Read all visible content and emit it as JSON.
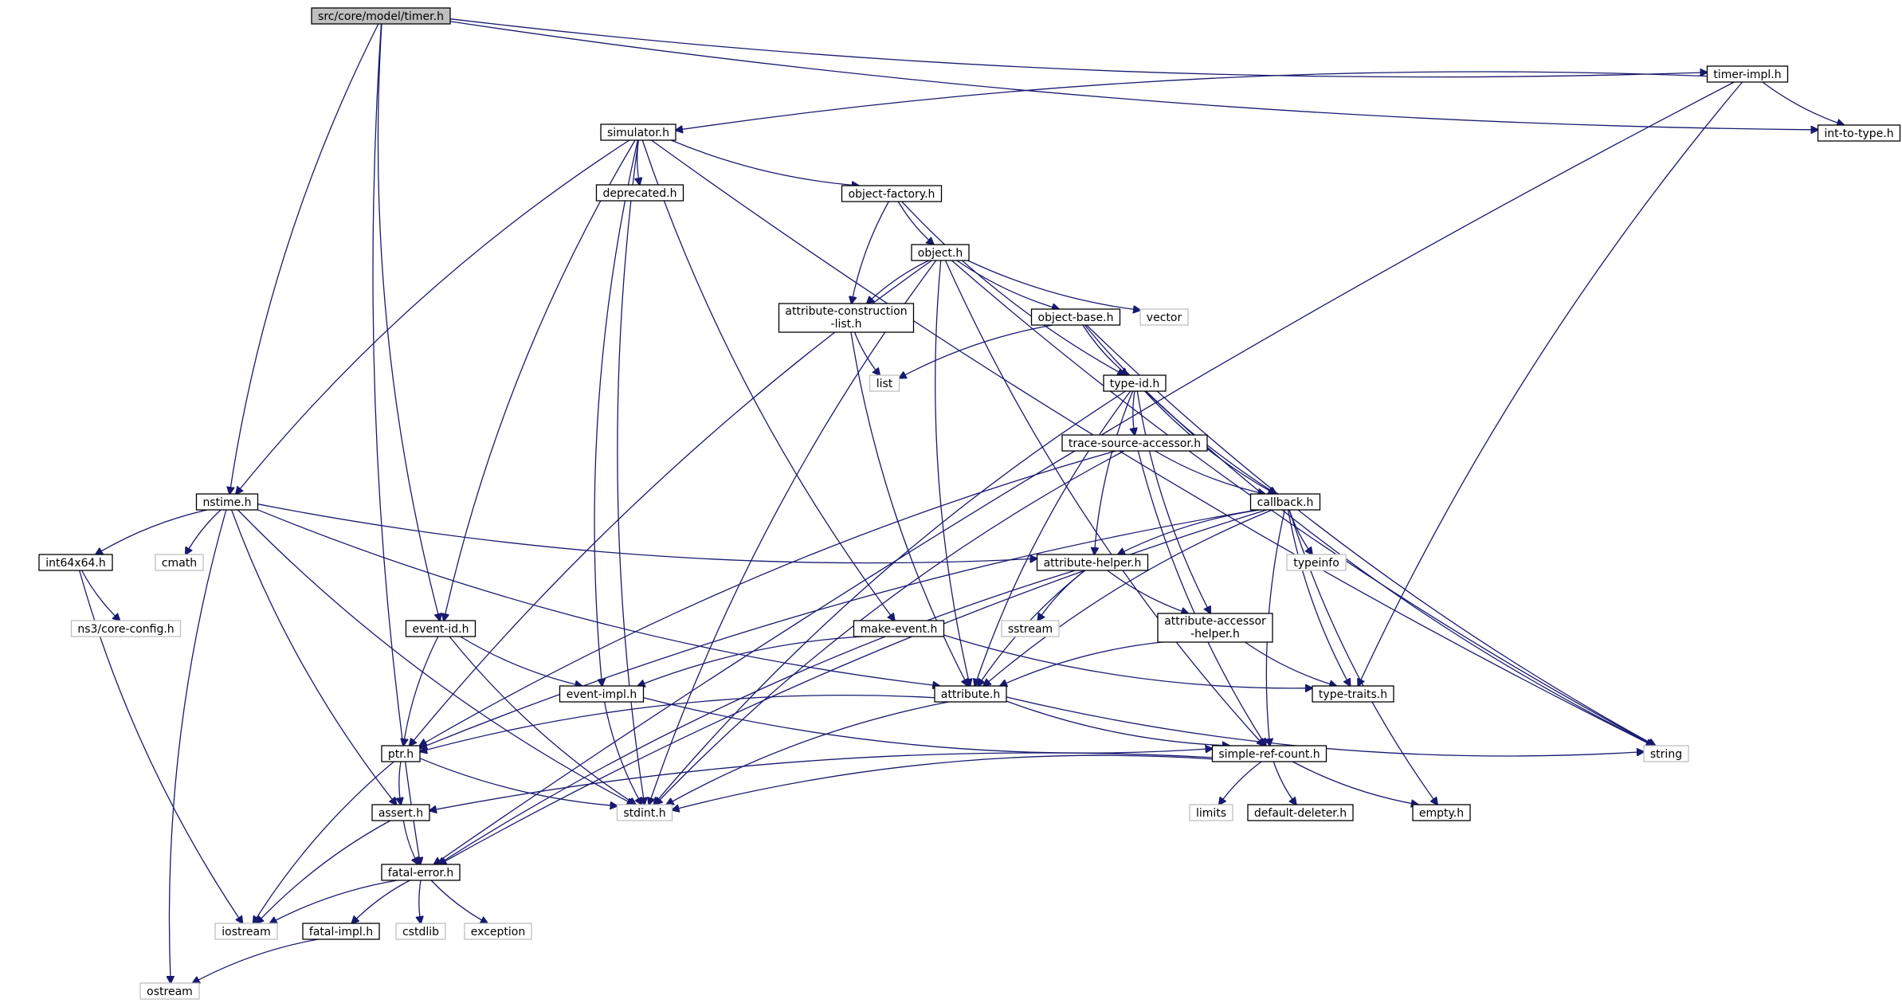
{
  "colors": {
    "edge": "#191970",
    "node_border": "#000000",
    "node_border_external": "#bfbfbf",
    "node_fill": "#ffffff",
    "root_fill": "#bfbfbf",
    "text": "#000000",
    "background": "#ffffff"
  },
  "nodes": [
    {
      "id": "timer_h",
      "label": "src/core/model/timer.h",
      "kind": "root"
    },
    {
      "id": "timer_impl",
      "label": "timer-impl.h",
      "kind": "header"
    },
    {
      "id": "int_to_type",
      "label": "int-to-type.h",
      "kind": "header"
    },
    {
      "id": "simulator",
      "label": "simulator.h",
      "kind": "header"
    },
    {
      "id": "deprecated",
      "label": "deprecated.h",
      "kind": "header"
    },
    {
      "id": "object_factory",
      "label": "object-factory.h",
      "kind": "header"
    },
    {
      "id": "object",
      "label": "object.h",
      "kind": "header"
    },
    {
      "id": "attr_construction",
      "label": "attribute-construction\n-list.h",
      "kind": "header"
    },
    {
      "id": "object_base",
      "label": "object-base.h",
      "kind": "header"
    },
    {
      "id": "vector",
      "label": "vector",
      "kind": "system"
    },
    {
      "id": "list",
      "label": "list",
      "kind": "system"
    },
    {
      "id": "type_id",
      "label": "type-id.h",
      "kind": "header"
    },
    {
      "id": "trace_source",
      "label": "trace-source-accessor.h",
      "kind": "header"
    },
    {
      "id": "callback",
      "label": "callback.h",
      "kind": "header"
    },
    {
      "id": "nstime",
      "label": "nstime.h",
      "kind": "header"
    },
    {
      "id": "int64x64",
      "label": "int64x64.h",
      "kind": "header"
    },
    {
      "id": "cmath",
      "label": "cmath",
      "kind": "system"
    },
    {
      "id": "ns3_core_config",
      "label": "ns3/core-config.h",
      "kind": "system"
    },
    {
      "id": "typeinfo",
      "label": "typeinfo",
      "kind": "system"
    },
    {
      "id": "attribute_helper",
      "label": "attribute-helper.h",
      "kind": "header"
    },
    {
      "id": "sstream",
      "label": "sstream",
      "kind": "system"
    },
    {
      "id": "attr_accessor",
      "label": "attribute-accessor\n-helper.h",
      "kind": "header"
    },
    {
      "id": "event_id",
      "label": "event-id.h",
      "kind": "header"
    },
    {
      "id": "make_event",
      "label": "make-event.h",
      "kind": "header"
    },
    {
      "id": "event_impl",
      "label": "event-impl.h",
      "kind": "header"
    },
    {
      "id": "attribute",
      "label": "attribute.h",
      "kind": "header"
    },
    {
      "id": "type_traits",
      "label": "type-traits.h",
      "kind": "header"
    },
    {
      "id": "ptr",
      "label": "ptr.h",
      "kind": "header"
    },
    {
      "id": "simple_ref_count",
      "label": "simple-ref-count.h",
      "kind": "header"
    },
    {
      "id": "string",
      "label": "string",
      "kind": "system"
    },
    {
      "id": "assert",
      "label": "assert.h",
      "kind": "header"
    },
    {
      "id": "stdint",
      "label": "stdint.h",
      "kind": "system"
    },
    {
      "id": "limits",
      "label": "limits",
      "kind": "system"
    },
    {
      "id": "default_deleter",
      "label": "default-deleter.h",
      "kind": "header"
    },
    {
      "id": "empty",
      "label": "empty.h",
      "kind": "header"
    },
    {
      "id": "fatal_error",
      "label": "fatal-error.h",
      "kind": "header"
    },
    {
      "id": "iostream",
      "label": "iostream",
      "kind": "system"
    },
    {
      "id": "cstdlib",
      "label": "cstdlib",
      "kind": "system"
    },
    {
      "id": "exception",
      "label": "exception",
      "kind": "system"
    },
    {
      "id": "fatal_impl",
      "label": "fatal-impl.h",
      "kind": "header"
    },
    {
      "id": "ostream",
      "label": "ostream",
      "kind": "system"
    }
  ],
  "edges": [
    [
      "timer_h",
      "timer_impl"
    ],
    [
      "timer_h",
      "int_to_type"
    ],
    [
      "timer_h",
      "nstime"
    ],
    [
      "timer_h",
      "event_id"
    ],
    [
      "timer_h",
      "fatal_error"
    ],
    [
      "timer_impl",
      "simulator"
    ],
    [
      "timer_impl",
      "int_to_type"
    ],
    [
      "timer_impl",
      "type_traits"
    ],
    [
      "timer_impl",
      "fatal_error"
    ],
    [
      "simulator",
      "deprecated"
    ],
    [
      "simulator",
      "object_factory"
    ],
    [
      "simulator",
      "nstime"
    ],
    [
      "simulator",
      "event_id"
    ],
    [
      "simulator",
      "event_impl"
    ],
    [
      "simulator",
      "make_event"
    ],
    [
      "simulator",
      "stdint"
    ],
    [
      "simulator",
      "string"
    ],
    [
      "object_factory",
      "object"
    ],
    [
      "object_factory",
      "attr_construction"
    ],
    [
      "object_factory",
      "type_id"
    ],
    [
      "object",
      "attr_construction"
    ],
    [
      "object",
      "object_base"
    ],
    [
      "object",
      "vector"
    ],
    [
      "object",
      "ptr"
    ],
    [
      "object",
      "attribute"
    ],
    [
      "object",
      "stdint"
    ],
    [
      "object",
      "simple_ref_count"
    ],
    [
      "object",
      "string"
    ],
    [
      "attr_construction",
      "list"
    ],
    [
      "attr_construction",
      "attribute"
    ],
    [
      "object_base",
      "list"
    ],
    [
      "object_base",
      "type_id"
    ],
    [
      "object_base",
      "callback"
    ],
    [
      "object_base",
      "string"
    ],
    [
      "type_id",
      "trace_source"
    ],
    [
      "type_id",
      "callback"
    ],
    [
      "type_id",
      "attribute_helper"
    ],
    [
      "type_id",
      "attr_accessor"
    ],
    [
      "type_id",
      "attribute"
    ],
    [
      "type_id",
      "stdint"
    ],
    [
      "type_id",
      "string"
    ],
    [
      "trace_source",
      "callback"
    ],
    [
      "trace_source",
      "ptr"
    ],
    [
      "trace_source",
      "stdint"
    ],
    [
      "trace_source",
      "simple_ref_count"
    ],
    [
      "callback",
      "attribute_helper"
    ],
    [
      "callback",
      "typeinfo"
    ],
    [
      "callback",
      "type_traits"
    ],
    [
      "callback",
      "empty"
    ],
    [
      "callback",
      "simple_ref_count"
    ],
    [
      "callback",
      "ptr"
    ],
    [
      "callback",
      "fatal_error"
    ],
    [
      "callback",
      "attribute"
    ],
    [
      "nstime",
      "int64x64"
    ],
    [
      "nstime",
      "cmath"
    ],
    [
      "nstime",
      "attribute_helper"
    ],
    [
      "nstime",
      "attribute"
    ],
    [
      "nstime",
      "assert"
    ],
    [
      "nstime",
      "stdint"
    ],
    [
      "nstime",
      "ostream"
    ],
    [
      "int64x64",
      "ns3_core_config"
    ],
    [
      "int64x64",
      "iostream"
    ],
    [
      "attribute_helper",
      "sstream"
    ],
    [
      "attribute_helper",
      "attr_accessor"
    ],
    [
      "attribute_helper",
      "attribute"
    ],
    [
      "attribute_helper",
      "fatal_error"
    ],
    [
      "attr_accessor",
      "attribute"
    ],
    [
      "attr_accessor",
      "type_traits"
    ],
    [
      "event_id",
      "event_impl"
    ],
    [
      "event_id",
      "ptr"
    ],
    [
      "event_id",
      "stdint"
    ],
    [
      "make_event",
      "event_impl"
    ],
    [
      "make_event",
      "type_traits"
    ],
    [
      "event_impl",
      "simple_ref_count"
    ],
    [
      "event_impl",
      "stdint"
    ],
    [
      "attribute",
      "ptr"
    ],
    [
      "attribute",
      "simple_ref_count"
    ],
    [
      "attribute",
      "string"
    ],
    [
      "attribute",
      "stdint"
    ],
    [
      "ptr",
      "assert"
    ],
    [
      "ptr",
      "iostream"
    ],
    [
      "ptr",
      "stdint"
    ],
    [
      "simple_ref_count",
      "limits"
    ],
    [
      "simple_ref_count",
      "default_deleter"
    ],
    [
      "simple_ref_count",
      "empty"
    ],
    [
      "simple_ref_count",
      "assert"
    ],
    [
      "simple_ref_count",
      "stdint"
    ],
    [
      "assert",
      "fatal_error"
    ],
    [
      "assert",
      "iostream"
    ],
    [
      "fatal_error",
      "iostream"
    ],
    [
      "fatal_error",
      "fatal_impl"
    ],
    [
      "fatal_error",
      "cstdlib"
    ],
    [
      "fatal_error",
      "exception"
    ],
    [
      "fatal_impl",
      "ostream"
    ]
  ]
}
